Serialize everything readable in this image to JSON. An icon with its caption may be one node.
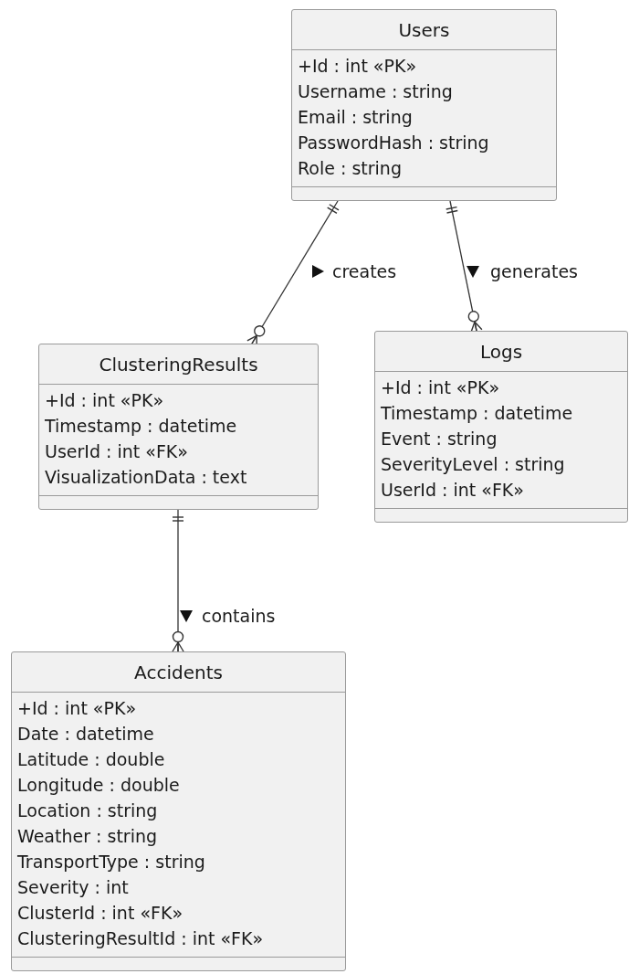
{
  "diagram": {
    "nodes": [
      {
        "text": [
          "Users",
          "+Id : int «PK»",
          "Username : string",
          "Email : string",
          "PasswordHash : string",
          "Role : string"
        ]
      },
      {
        "text": [
          "ClusteringResults",
          "+Id : int «PK»",
          "Timestamp : datetime",
          "UserId : int «FK»",
          "VisualizationData : text"
        ]
      },
      {
        "text": [
          "Logs",
          "+Id : int «PK»",
          "Timestamp : datetime",
          "Event : string",
          "SeverityLevel : string",
          "UserId : int «FK»"
        ]
      },
      {
        "text": [
          "Accidents",
          "+Id : int «PK»",
          "Date : datetime",
          "Latitude : double",
          "Longitude : double",
          "Location : string",
          "Weather : string",
          "TransportType : string",
          "Severity : int",
          "ClusterId : int «FK»",
          "ClusteringResultId : int «FK»"
        ]
      }
    ],
    "edges": [
      {
        "from": 0,
        "to": 1,
        "arrow": "other",
        "label": "creates"
      },
      {
        "from": 0,
        "to": 2,
        "arrow": "other",
        "label": "generates"
      },
      {
        "from": 1,
        "to": 3,
        "arrow": "other",
        "label": "contains"
      }
    ]
  }
}
